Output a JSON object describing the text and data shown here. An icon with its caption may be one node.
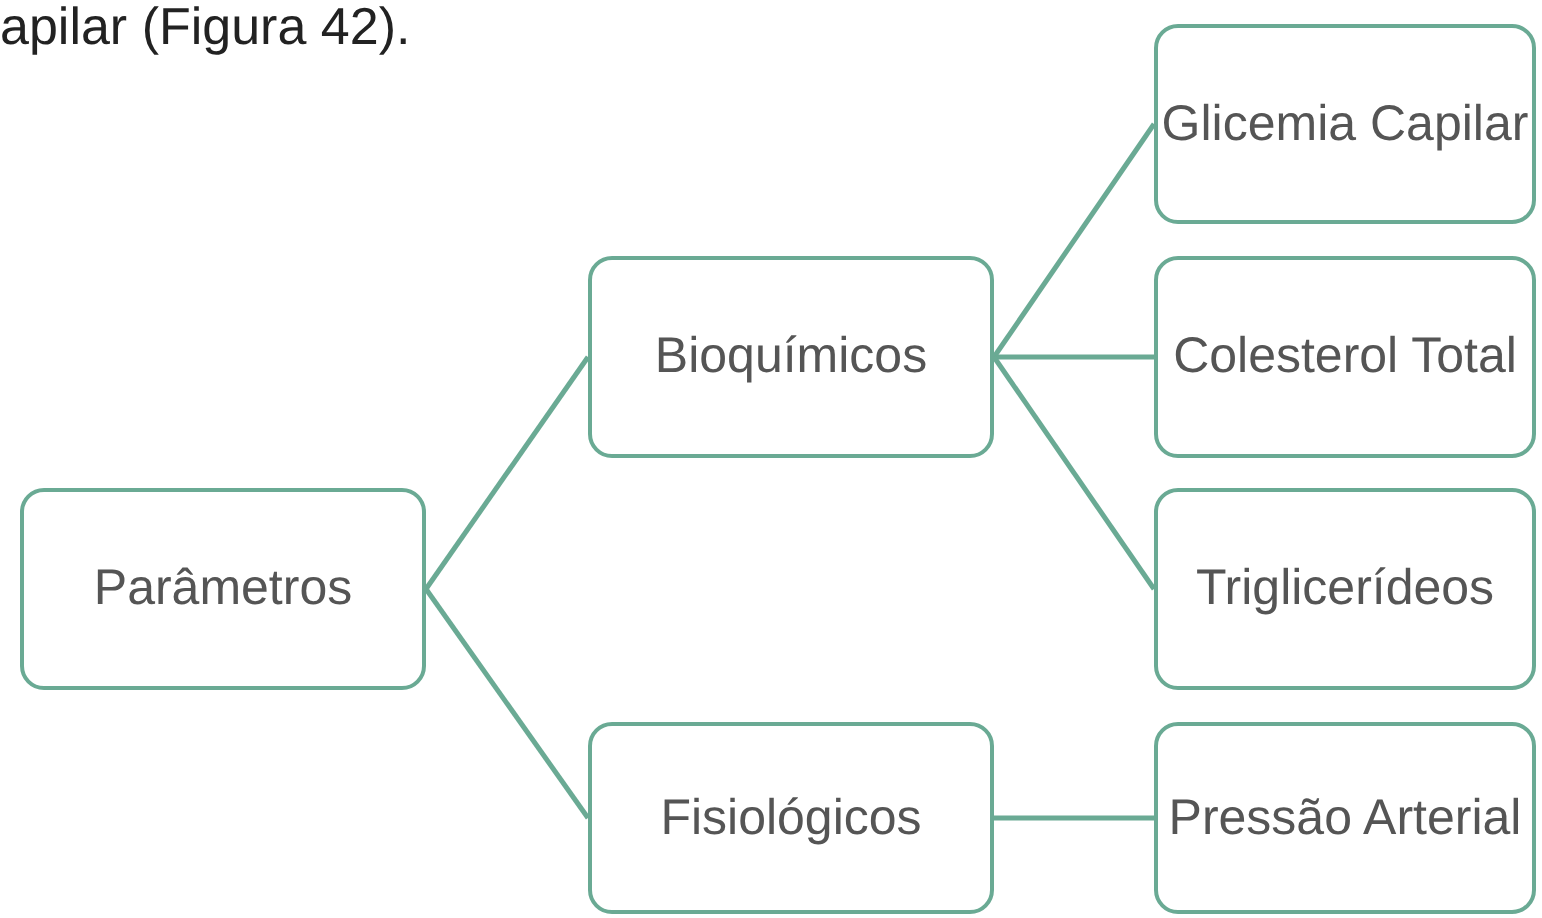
{
  "diagram": {
    "nodes": [
      {
        "text": [
          "Parâmetros"
        ]
      },
      {
        "text": [
          "Bioquímicos"
        ]
      },
      {
        "text": [
          "Fisiológicos"
        ]
      },
      {
        "text": [
          "Glicemia Capilar"
        ]
      },
      {
        "text": [
          "Colesterol Total"
        ]
      },
      {
        "text": [
          "Triglicerídeos"
        ]
      },
      {
        "text": [
          "Pressão Arterial"
        ]
      }
    ],
    "edges": [
      {
        "from": 0,
        "to": 1,
        "arrow": "none"
      },
      {
        "from": 0,
        "to": 2,
        "arrow": "none"
      },
      {
        "from": 1,
        "to": 3,
        "arrow": "none"
      },
      {
        "from": 1,
        "to": 4,
        "arrow": "none"
      },
      {
        "from": 1,
        "to": 5,
        "arrow": "none"
      },
      {
        "from": 2,
        "to": 6,
        "arrow": "none"
      }
    ],
    "labels": [
      "apilar (Figura 42)."
    ]
  }
}
